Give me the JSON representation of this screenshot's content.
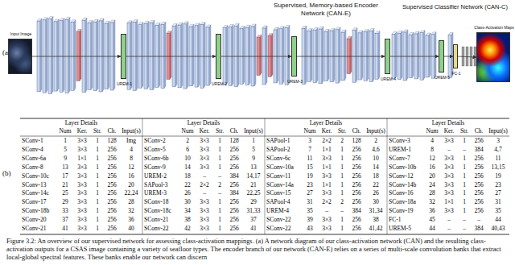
{
  "diagram": {
    "caption": "Figure 3.2: An overview of our supervised network for assessing class-activation mappings. (a) A network diagram of our class-activation network (CAN) and the resulting class-activation outputs for a CSAS image containing a variety of seafloor types. The encoder branch of our network (CAN-E) relies on a series of multi-scale convolution banks that extract local-global spectral features. These banks enable our network can discern",
    "nodes": [
      {
        "text": [
          "Input Image"
        ]
      },
      {
        "text": [
          "UREM-1"
        ]
      },
      {
        "text": [
          "UREM-2"
        ]
      },
      {
        "text": [
          "UREM-3"
        ]
      },
      {
        "text": [
          "UREM-4"
        ]
      },
      {
        "text": [
          "UREM-5"
        ]
      },
      {
        "text": [
          "FC-1"
        ]
      },
      {
        "text": [
          "Class-Activation Maps"
        ]
      }
    ],
    "edges": [
      {
        "from": 0,
        "to": 1,
        "arrow": "to"
      },
      {
        "from": 1,
        "to": 2,
        "arrow": "to"
      },
      {
        "from": 2,
        "to": 3,
        "arrow": "to"
      },
      {
        "from": 3,
        "to": 4,
        "arrow": "to"
      },
      {
        "from": 4,
        "to": 5,
        "arrow": "to"
      },
      {
        "from": 5,
        "to": 6,
        "arrow": "to"
      },
      {
        "from": 6,
        "to": 7,
        "arrow": "to"
      }
    ],
    "labels": [
      "(a)",
      "Supervised, Memory-based Encoder Network (CAN-E)",
      "Supervised Classifier Network (CAN-C)",
      "(b)",
      "Layer Details",
      "Layer Details",
      "Layer Details",
      "Layer Details",
      "Num",
      "Ker.",
      "Str.",
      "Ch.",
      "Input(s)",
      "Num",
      "Ker.",
      "Str.",
      "Ch.",
      "Input(s)",
      "Num",
      "Ker.",
      "Str.",
      "Ch.",
      "Input(s)",
      "Num",
      "Ker.",
      "Str.",
      "Ch.",
      "Input(s)",
      "SConv-1",
      "1",
      "3×3",
      "1",
      "128",
      "Img",
      "SConv-2",
      "2",
      "3×3",
      "1",
      "128",
      "1",
      "SAPool-1",
      "3",
      "2×2",
      "2",
      "128",
      "2",
      "SConv-3",
      "4",
      "3×3",
      "1",
      "256",
      "3",
      "SConv-4",
      "5",
      "3×3",
      "1",
      "256",
      "4",
      "SConv-5",
      "6",
      "3×3",
      "1",
      "256",
      "5",
      "SAPool-2",
      "7",
      "1×1",
      "1",
      "256",
      "4,6",
      "UREM-1",
      "8",
      "–",
      "–",
      "384",
      "4,7",
      "SConv-6a",
      "9",
      "1×1",
      "1",
      "256",
      "8",
      "SConv-6b",
      "10",
      "3×3",
      "1",
      "256",
      "9",
      "SConv-6c",
      "11",
      "3×3",
      "1",
      "256",
      "10",
      "SConv-7",
      "12",
      "3×3",
      "1",
      "256",
      "11",
      "SConv-8",
      "13",
      "3×3",
      "1",
      "256",
      "12",
      "SConv-9",
      "14",
      "3×3",
      "1",
      "256",
      "13",
      "SConv-10a",
      "15",
      "1×1",
      "1",
      "256",
      "14",
      "SConv-10b",
      "16",
      "3×3",
      "1",
      "256",
      "13,15",
      "SConv-10c",
      "17",
      "3×3",
      "1",
      "256",
      "16",
      "UREM-2",
      "18",
      "–",
      "–",
      "384",
      "14,17",
      "SConv-11",
      "19",
      "3×3",
      "1",
      "256",
      "18",
      "SConv-12",
      "20",
      "3×3",
      "1",
      "256",
      "19",
      "SConv-13",
      "21",
      "3×3",
      "1",
      "256",
      "20",
      "SAPool-3",
      "22",
      "2×2",
      "2",
      "256",
      "21",
      "SConv-14a",
      "23",
      "1×1",
      "1",
      "256",
      "22",
      "SConv-14b",
      "24",
      "3×3",
      "1",
      "256",
      "23",
      "SConv-14c",
      "25",
      "3×3",
      "1",
      "256",
      "22,24",
      "UREM-3",
      "26",
      "–",
      "–",
      "384",
      "22,25",
      "SConv-15",
      "27",
      "3×3",
      "1",
      "256",
      "26",
      "SConv-16",
      "28",
      "3×3",
      "1",
      "256",
      "27",
      "SConv-17",
      "29",
      "3×3",
      "1",
      "256",
      "28",
      "SConv-18",
      "30",
      "3×3",
      "1",
      "256",
      "29",
      "SAPool-4",
      "31",
      "2×2",
      "2",
      "256",
      "30",
      "SConv-18a",
      "32",
      "1×1",
      "1",
      "256",
      "31",
      "SConv-18b",
      "33",
      "3×3",
      "1",
      "256",
      "32",
      "SConv-18c",
      "34",
      "3×3",
      "1",
      "256",
      "31,33",
      "UREM-4",
      "35",
      "–",
      "–",
      "384",
      "31,34",
      "SConv-19",
      "36",
      "3×3",
      "1",
      "256",
      "35",
      "SConv-20",
      "37",
      "3×3",
      "1",
      "256",
      "36",
      "SConv-21",
      "38",
      "3×3",
      "1",
      "256",
      "37",
      "SConv-22",
      "39",
      "3×3",
      "1",
      "256",
      "38",
      "FC-1",
      "45",
      "–",
      "–",
      "–",
      "44",
      "SConv-21",
      "41",
      "3×3",
      "1",
      "256",
      "40",
      "SConv-22",
      "42",
      "3×3",
      "1",
      "256",
      "41",
      "SConv-22",
      "43",
      "3×3",
      "1",
      "256",
      "41,42",
      "UREM-5",
      "44",
      "–",
      "–",
      "384",
      "40,43"
    ]
  }
}
